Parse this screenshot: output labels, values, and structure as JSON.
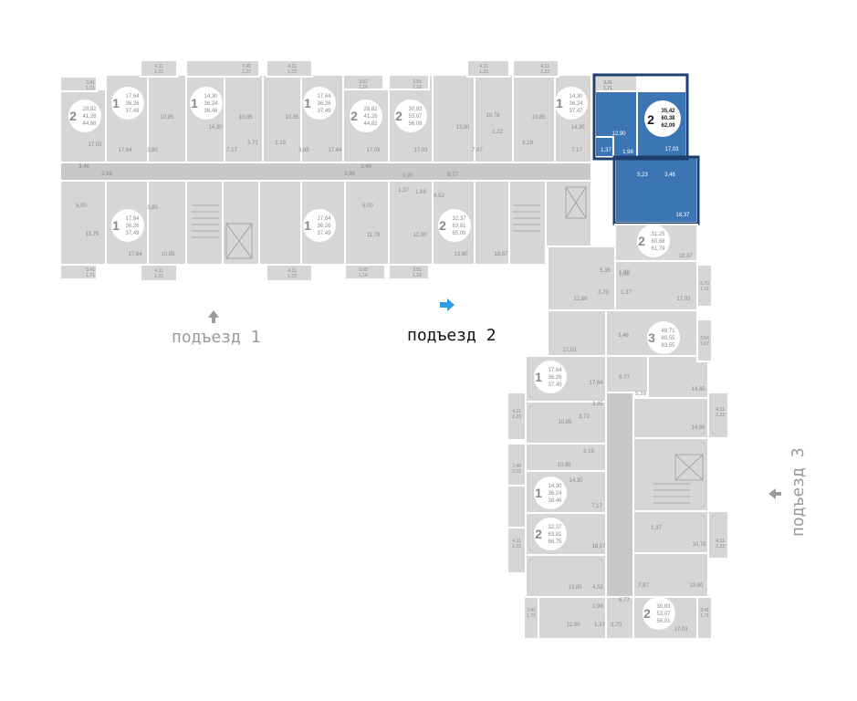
{
  "entrances": [
    {
      "label": "подъезд 1",
      "current": false
    },
    {
      "label": "подъезд 2",
      "current": true
    },
    {
      "label": "подъезд 3",
      "current": false
    }
  ],
  "colors": {
    "selected": "#3b75b4",
    "room": "#d6d6d6",
    "text": "#8a8a8a",
    "entrance_arrow": "#2f9be0"
  },
  "selected_apartment": {
    "rooms": "2",
    "living": "35,42",
    "total": "60,38",
    "with_balcony": "62,09",
    "room_areas": [
      "12,90",
      "17,03",
      "1,98",
      "5,23",
      "3,46",
      "18,37",
      "1,37",
      "3,41",
      "1,71"
    ]
  },
  "apartments": [
    {
      "id": "a1",
      "rooms": "2",
      "a": "28,82",
      "b": "41,26",
      "c": "44,68"
    },
    {
      "id": "a2",
      "rooms": "1",
      "a": "17,64",
      "b": "36,26",
      "c": "37,49"
    },
    {
      "id": "a3",
      "rooms": "1",
      "a": "14,30",
      "b": "36,24",
      "c": "38,46"
    },
    {
      "id": "a4",
      "rooms": "1",
      "a": "17,64",
      "b": "36,26",
      "c": "37,49"
    },
    {
      "id": "a5",
      "rooms": "2",
      "a": "28,82",
      "b": "41,26",
      "c": "44,82"
    },
    {
      "id": "a6",
      "rooms": "2",
      "a": "30,83",
      "b": "53,07",
      "c": "56,08"
    },
    {
      "id": "a7",
      "rooms": "1",
      "a": "14,30",
      "b": "36,24",
      "c": "37,47"
    },
    {
      "id": "a8",
      "rooms": "1",
      "a": "17,64",
      "b": "36,26",
      "c": "37,49"
    },
    {
      "id": "a9",
      "rooms": "1",
      "a": "17,64",
      "b": "36,26",
      "c": "37,49"
    },
    {
      "id": "a10",
      "rooms": "2",
      "a": "32,37",
      "b": "63,81",
      "c": "65,09"
    },
    {
      "id": "a11",
      "rooms": "2",
      "a": "31,25",
      "b": "60,68",
      "c": "61,79"
    },
    {
      "id": "a12",
      "rooms": "3",
      "a": "48,71",
      "b": "80,55",
      "c": "83,55"
    },
    {
      "id": "a13",
      "rooms": "1",
      "a": "17,64",
      "b": "36,26",
      "c": "37,49"
    },
    {
      "id": "a14",
      "rooms": "1",
      "a": "14,30",
      "b": "36,24",
      "c": "38,46"
    },
    {
      "id": "a15",
      "rooms": "2",
      "a": "32,37",
      "b": "63,81",
      "c": "66,75"
    },
    {
      "id": "a16",
      "rooms": "2",
      "a": "30,83",
      "b": "53,07",
      "c": "56,01"
    }
  ],
  "room_labels": {
    "r1": "10,85",
    "r2": "17,03",
    "r3": "17,64",
    "r4": "3,85",
    "r5": "3,96",
    "r6": "5,00",
    "r7": "11,79",
    "r8": "17,64",
    "r9": "3,85",
    "r10": "10,85",
    "r11": "14,30",
    "r12": "7,17",
    "r13": "10,85",
    "r14": "3,72",
    "r15": "3,19",
    "r16": "10,85",
    "r17": "17,64",
    "r18": "3,85",
    "r19": "3,96",
    "r20": "17,03",
    "r21": "5,00",
    "r22": "11,79",
    "r23": "3,46",
    "r24": "17,03",
    "r25": "6,77",
    "r26": "4,52",
    "r27": "12,90",
    "r28": "13,80",
    "r29": "18,57",
    "r30": "1,98",
    "r31": "13,80",
    "r32": "7,87",
    "r33": "10,78",
    "r34": "10,85",
    "r35": "14,30",
    "r36": "7,17",
    "r37": "1,22",
    "r38": "3,19",
    "r39": "3,46",
    "r40": "18,37",
    "r41": "5,35",
    "r42": "1,98",
    "r43": "17,03",
    "r44": "12,86",
    "r45": "3,70",
    "r46": "1,37",
    "r47": "3,46",
    "r48": "17,03",
    "r49": "17,64",
    "r50": "6,77",
    "r51": "3,85",
    "r52": "5,39",
    "r53": "14,65",
    "r54": "10,85",
    "r55": "14,65",
    "r56": "10,85",
    "r57": "14,30",
    "r58": "7,17",
    "r59": "18,57",
    "r60": "10,78",
    "r61": "13,80",
    "r62": "4,52",
    "r63": "6,77",
    "r64": "7,87",
    "r65": "13,80",
    "r66": "1,98",
    "r67": "12,90",
    "r68": "3,70",
    "r69": "17,03",
    "r70": "3,90",
    "r71": "1,37",
    "r72": "3,72",
    "r73": "3,19",
    "r74": "1,37",
    "r75": "1,98",
    "r76": "1,37"
  },
  "bay_labels": {
    "b1": "3,41",
    "b1b": "1,71",
    "b2": "4,11",
    "b2b": "1,23",
    "b3": "7,40",
    "b3b": "2,22",
    "b4": "4,11",
    "b4b": "1,23",
    "b5": "3,52",
    "b5b": "1,16",
    "b6": "3,55",
    "b6b": "1,18",
    "b7": "4,11",
    "b7b": "1,23",
    "b8": "4,11",
    "b8b": "1,23",
    "b9": "3,41",
    "b9b": "1,71",
    "b10": "4,11",
    "b10b": "1,23",
    "b11": "3,55",
    "b11b": "1,16",
    "b12": "3,55",
    "b12b": "1,18",
    "b13": "4,11",
    "b13b": "1,23",
    "b14": "3,41",
    "b14b": "1,71",
    "b15": "3,70",
    "b15b": "1,11",
    "b16": "3,54",
    "b16b": "1,07",
    "b17": "4,11",
    "b17b": "1,23",
    "b18": "4,11",
    "b18b": "1,23",
    "b19": "7,40",
    "b19b": "2,22",
    "b20": "4,11",
    "b20b": "1,23",
    "b21": "4,11",
    "b21b": "1,23",
    "b22": "3,41",
    "b22b": "1,71",
    "b23": "3,41",
    "b23b": "1,71"
  }
}
